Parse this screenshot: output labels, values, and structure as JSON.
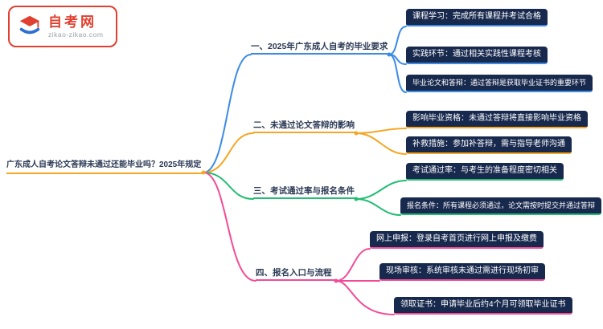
{
  "logo": {
    "site_name": "自考网",
    "site_url": "zikao-zikao.com"
  },
  "root": {
    "label": "广东成人自考论文答辩未通过还能毕业吗？2025年规定"
  },
  "branches": [
    {
      "label": "一、2025年广东成人自考的毕业要求",
      "color": "#3b8be4",
      "items": [
        "课程学习：完成所有课程并考试合格",
        "实践环节：通过相关实践性课程考核",
        "毕业论文和答辩：通过答辩是获取毕业证书的重要环节"
      ]
    },
    {
      "label": "二、未通过论文答辩的影响",
      "color": "#f5a623",
      "items": [
        "影响毕业资格：未通过答辩将直接影响毕业资格",
        "补救措施：参加补答辩，需与指导老师沟通"
      ]
    },
    {
      "label": "三、考试通过率与报名条件",
      "color": "#22bd72",
      "items": [
        "考试通过率：与考生的准备程度密切相关",
        "报名条件：所有课程必须通过，论文需按时提交并通过答辩"
      ]
    },
    {
      "label": "四、报名入口与流程",
      "color": "#f24b96",
      "items": [
        "网上申报：登录自考首页进行网上申报及缴费",
        "现场审核：系统审核未通过需进行现场初审",
        "领取证书：申请毕业后约4个月可领取毕业证书"
      ]
    }
  ],
  "colors": {
    "root_underline": "#f5a623",
    "branch_blue": "#3b8be4",
    "branch_orange": "#f5a623",
    "branch_green": "#22bd72",
    "branch_pink": "#f24b96",
    "leaf_background": "#18294e",
    "brand_red": "#e0402f",
    "text_dark": "#2b3a55"
  }
}
